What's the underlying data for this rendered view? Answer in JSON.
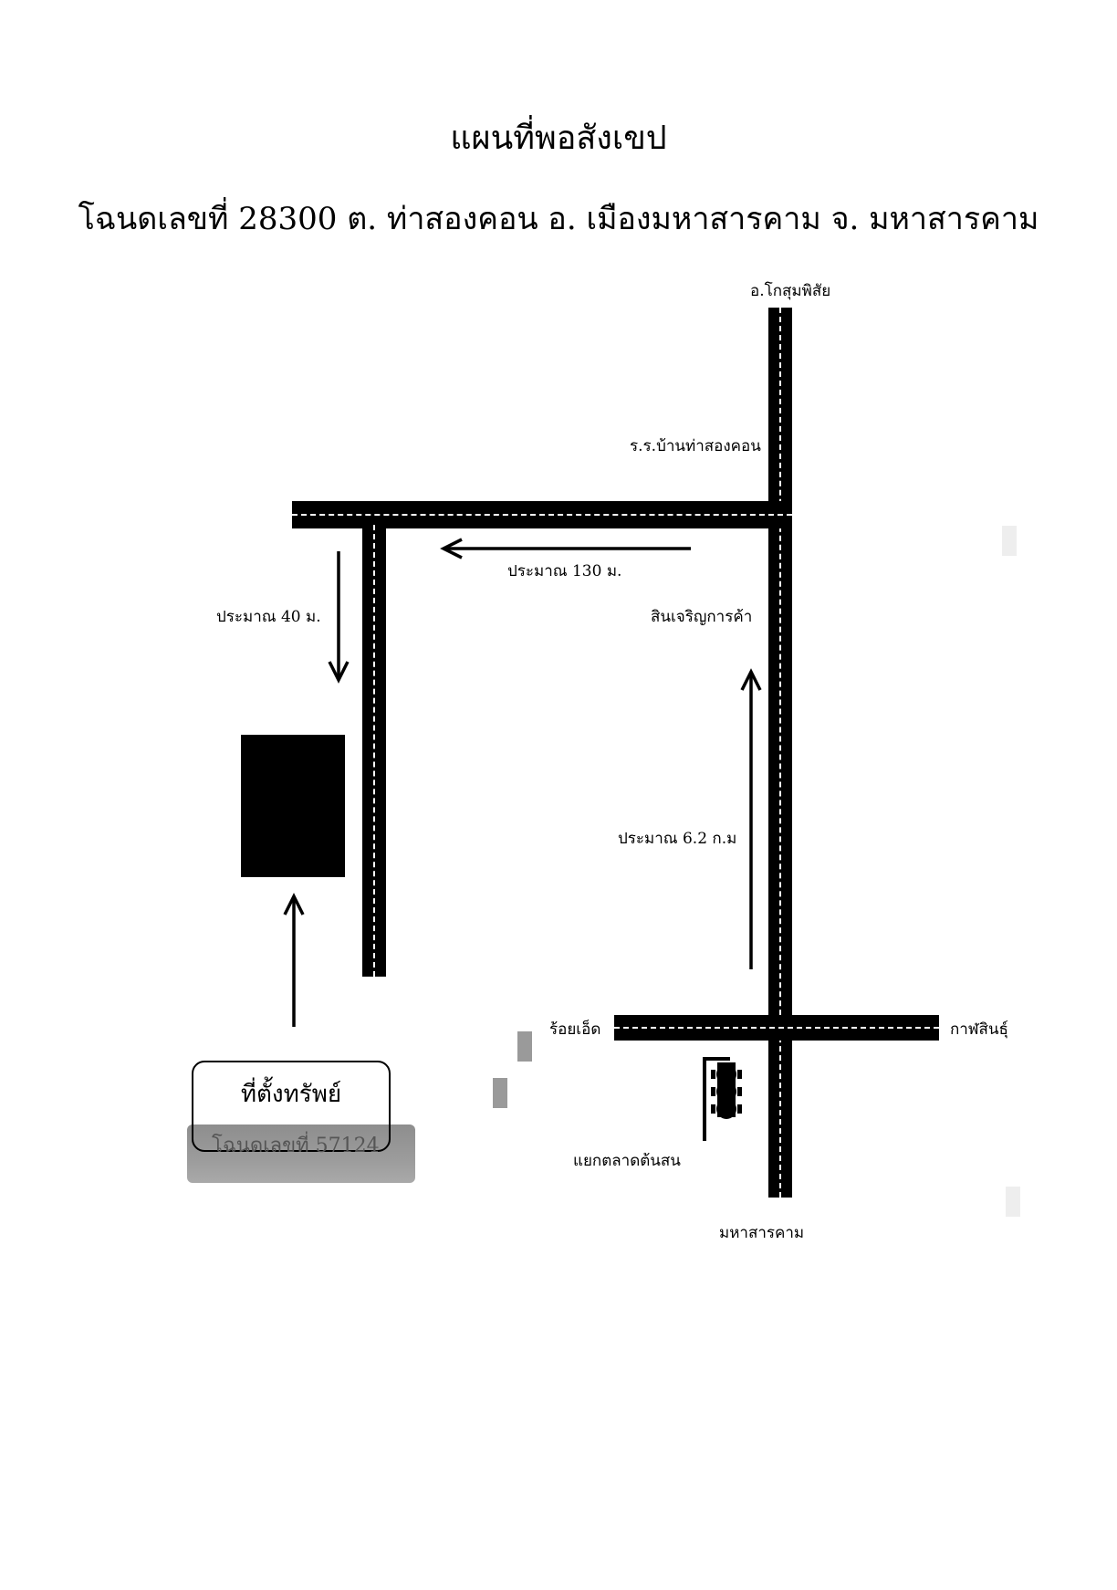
{
  "title": "แผนที่พอสังเขป",
  "subtitle": "โฉนดเลขที่ 28300 ต. ท่าสองคอน อ. เมืองมหาสารคาม  จ. มหาสารคาม",
  "labels": {
    "north": "อ.โกสุมพิสัย",
    "school": "ร.ร.บ้านท่าสองคอน",
    "dist_130": "ประมาณ 130 ม.",
    "shop": "สินเจริญการค้า",
    "dist_40": "ประมาณ 40 ม.",
    "dist_6_2": "ประมาณ 6.2 ก.ม",
    "west": "ร้อยเอ็ด",
    "east": "กาฬสินธุ์",
    "junction": "แยกตลาดต้นสน",
    "south": "มหาสารคาม"
  },
  "location_box": {
    "title": "ที่ตั้งทรัพย์",
    "deed": "โฉนดเลขที่ 57124"
  },
  "icons": {
    "traffic_light": "traffic-light-icon"
  }
}
